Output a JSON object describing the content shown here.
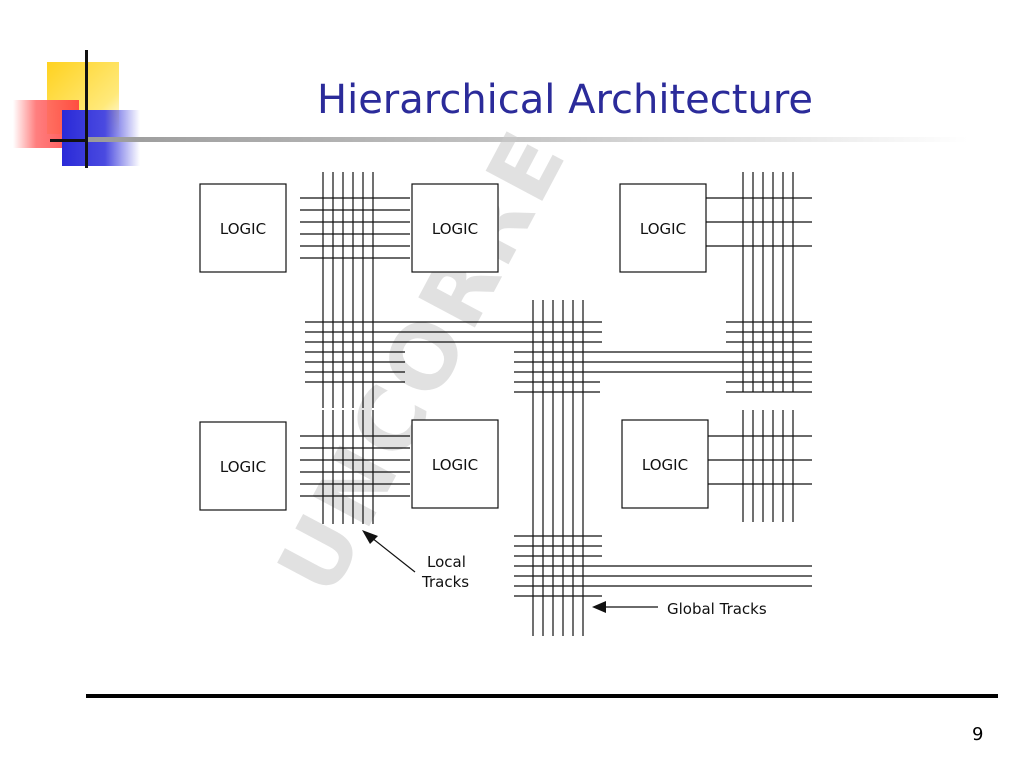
{
  "slide": {
    "title": "Hierarchical Architecture",
    "page_number": "9"
  },
  "diagram": {
    "blocks": [
      {
        "id": "logic-1",
        "label": "LOGIC"
      },
      {
        "id": "logic-2",
        "label": "LOGIC"
      },
      {
        "id": "logic-3",
        "label": "LOGIC"
      },
      {
        "id": "logic-4",
        "label": "LOGIC"
      },
      {
        "id": "logic-5",
        "label": "LOGIC"
      },
      {
        "id": "logic-6",
        "label": "LOGIC"
      }
    ],
    "annotations": {
      "local_line1": "Local",
      "local_line2": "Tracks",
      "global": "Global Tracks"
    },
    "watermark": "UNCORRE"
  }
}
